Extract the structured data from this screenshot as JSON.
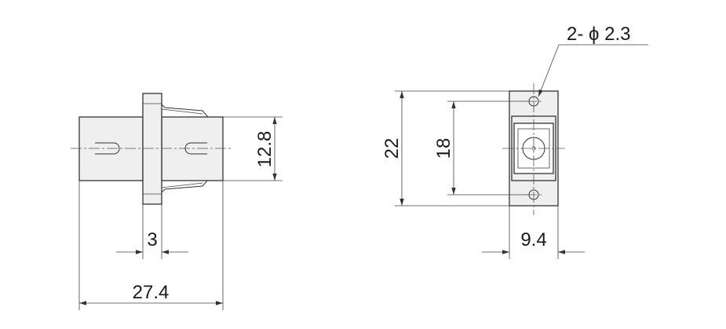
{
  "dimensions": {
    "side_width": "12.8",
    "flange_thickness": "3",
    "total_length": "27.4",
    "front_height": "22",
    "hole_pitch": "18",
    "front_width": "9.4",
    "hole_callout": "2- ϕ 2.3"
  }
}
